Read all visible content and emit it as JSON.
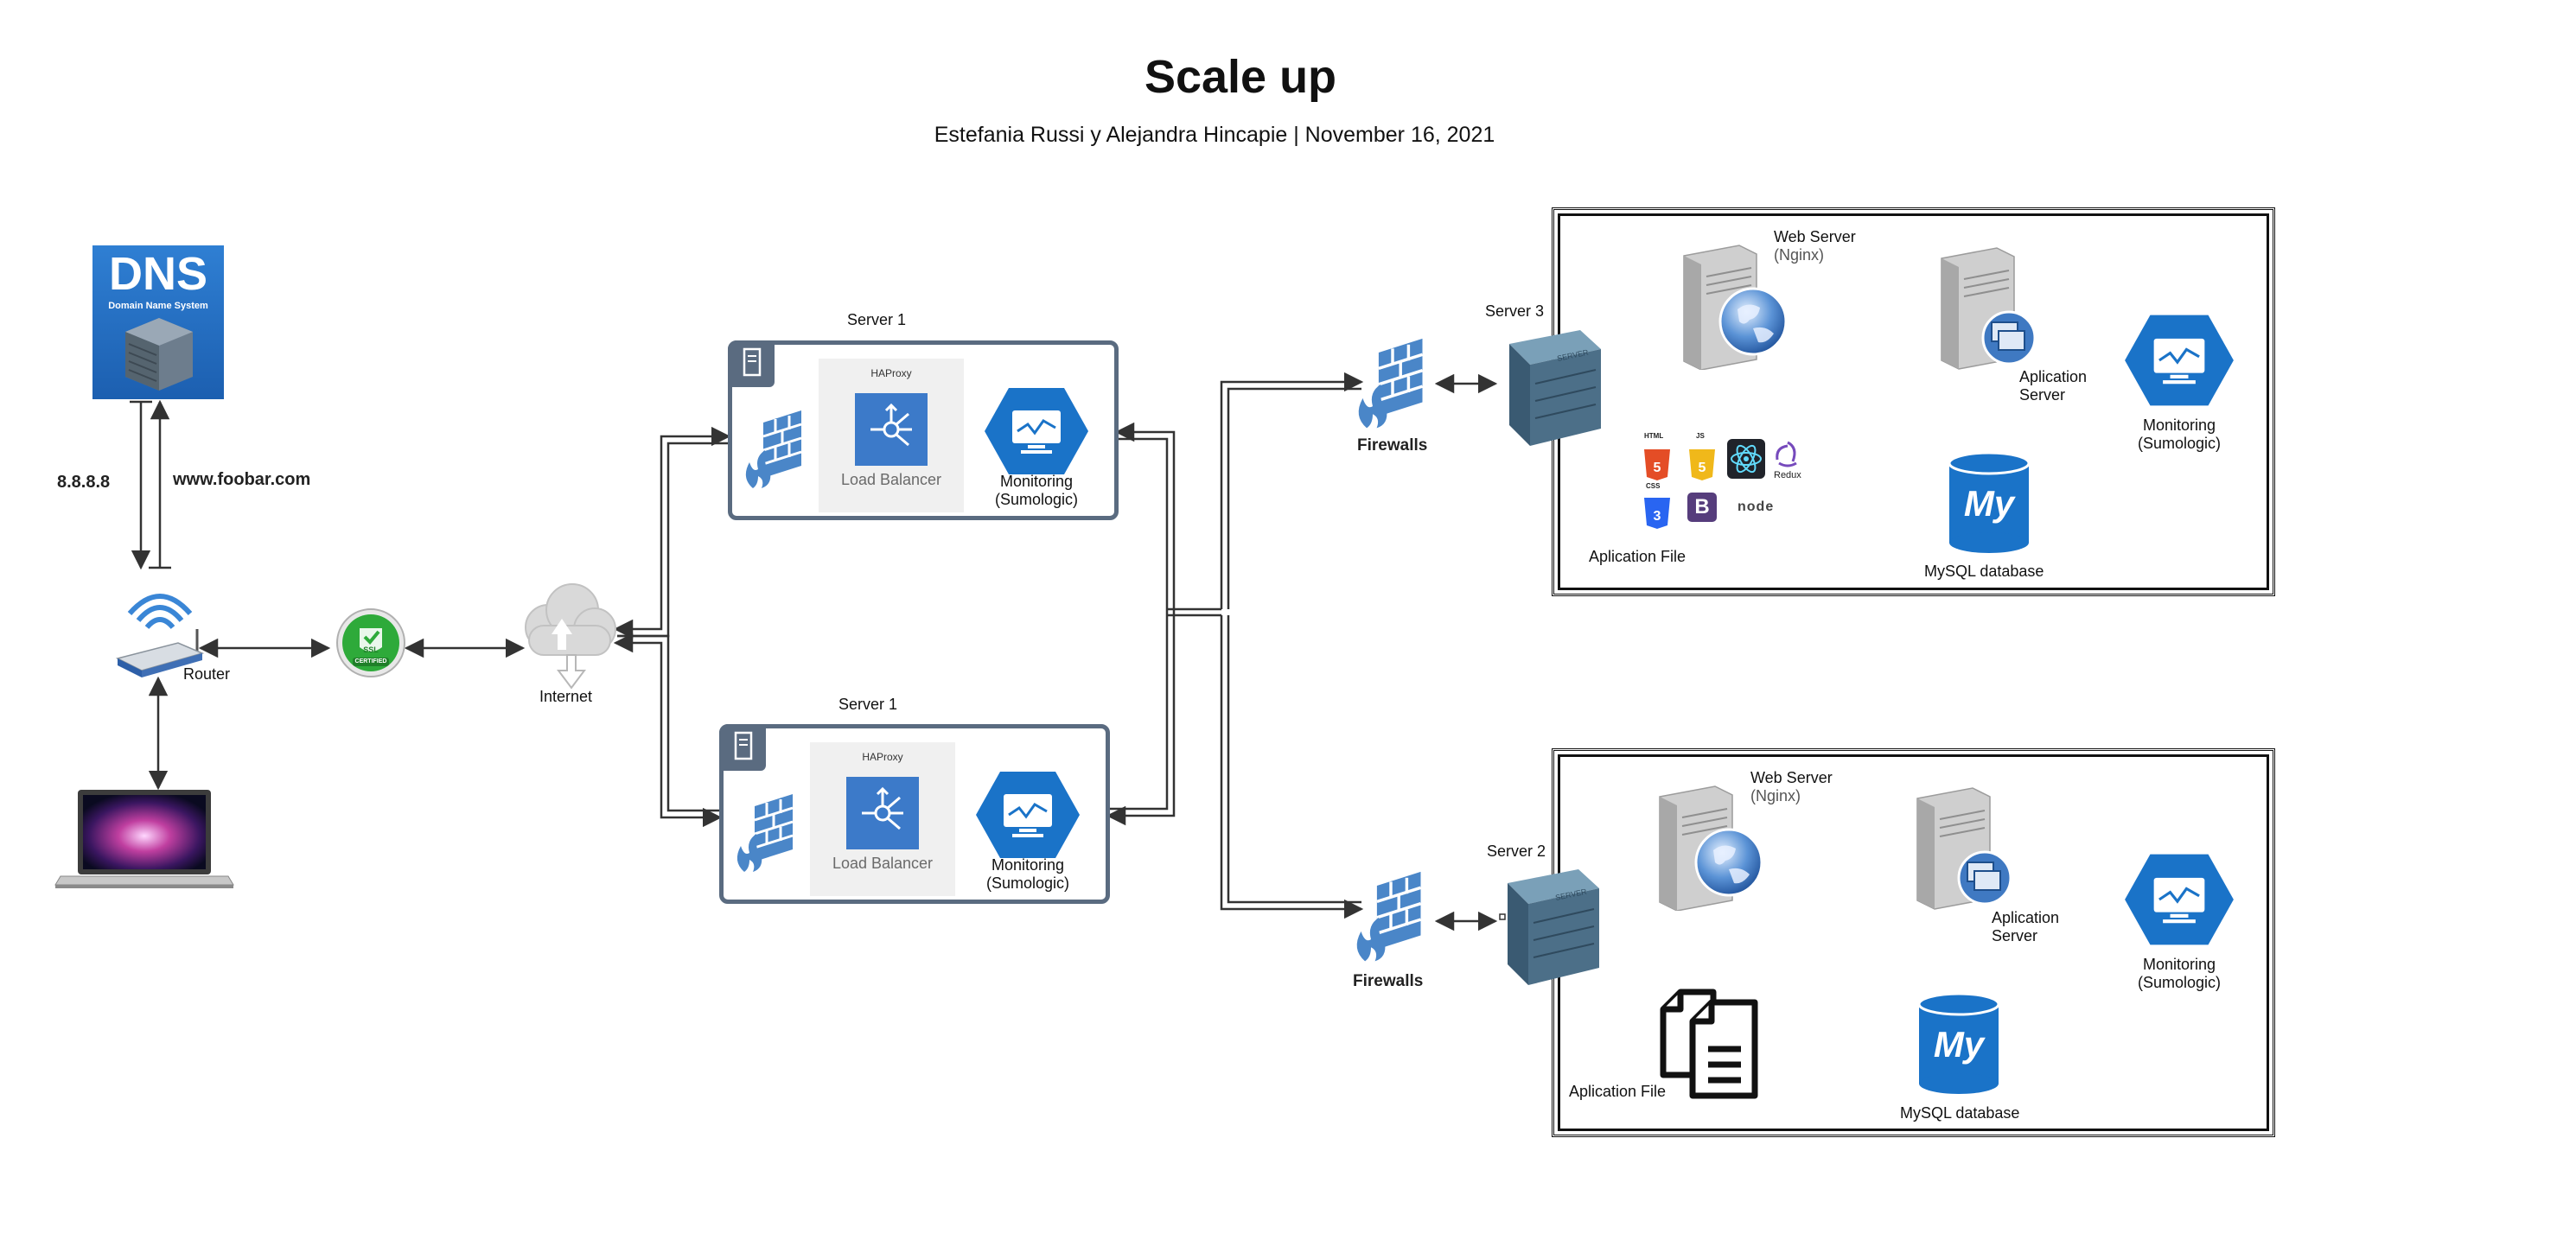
{
  "header": {
    "title": "Scale up",
    "subtitle": "Estefania Russi y Alejandra Hincapie  |  November 16, 2021"
  },
  "client": {
    "dns_text": "DNS",
    "dns_sub": "Domain Name System",
    "ip_label": "8.8.8.8",
    "domain_label": "www.foobar.com",
    "router_label": "Router",
    "ssl_text": "SSL",
    "ssl_sub": "CERTIFIED",
    "internet_label": "Internet"
  },
  "load_balancers": [
    {
      "title": "Server 1",
      "haproxy": "HAProxy",
      "lb_label": "Load Balancer",
      "monitor_line1": "Monitoring",
      "monitor_line2": "(Sumologic)"
    },
    {
      "title": "Server 1",
      "haproxy": "HAProxy",
      "lb_label": "Load Balancer",
      "monitor_line1": "Monitoring",
      "monitor_line2": "(Sumologic)"
    }
  ],
  "servers": [
    {
      "name": "Server 3",
      "server_word": "SERVER",
      "firewall_label": "Firewalls",
      "web_line1": "Web Server",
      "web_line2": "(Nginx)",
      "app_line1": "Aplication",
      "app_line2": "Server",
      "monitor_line1": "Monitoring",
      "monitor_line2": "(Sumologic)",
      "file_label": "Aplication File",
      "db_label": "MySQL database",
      "db_logo": "My",
      "tech": {
        "html": "HTML",
        "js": "JS",
        "css": "CSS",
        "bootstrap": "B",
        "redux": "Redux",
        "node": "node"
      }
    },
    {
      "name": "Server 2",
      "server_word": "SERVER",
      "firewall_label": "Firewalls",
      "web_line1": "Web Server",
      "web_line2": "(Nginx)",
      "app_line1": "Aplication",
      "app_line2": "Server",
      "monitor_line1": "Monitoring",
      "monitor_line2": "(Sumologic)",
      "file_label": "Aplication File",
      "db_label": "MySQL database",
      "db_logo": "My"
    }
  ],
  "icons": {
    "dns": "dns-server-icon",
    "router": "wifi-router-icon",
    "laptop": "laptop-icon",
    "ssl": "ssl-certificate-icon",
    "cloud": "internet-cloud-icon",
    "firewall": "firewall-icon",
    "load_balancer": "load-balancer-icon",
    "monitoring": "monitoring-icon",
    "rack": "server-rack-icon",
    "web_server": "web-server-globe-icon",
    "app_server": "app-server-icon",
    "mysql": "mysql-database-icon",
    "file": "document-icon"
  },
  "colors": {
    "accent_blue": "#1a73c8",
    "firewall_blue": "#4a86c8",
    "lb_border": "#5a6b80",
    "wire": "#333333",
    "ssl_green": "#2eaa3a"
  }
}
